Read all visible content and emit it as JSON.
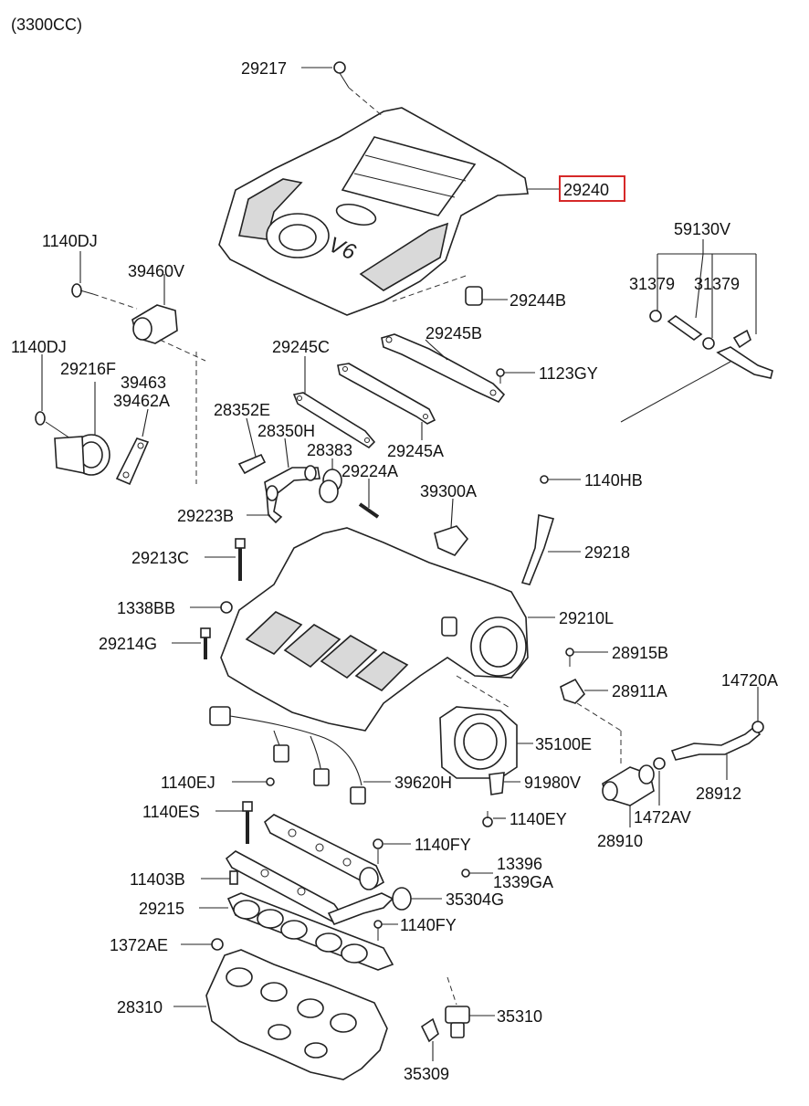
{
  "header": {
    "engine": "(3300CC)"
  },
  "highlight_color": "#d62828",
  "cover_badge": "V6",
  "labels": {
    "p29217": "29217",
    "p29240": "29240",
    "p1140DJ_a": "1140DJ",
    "p39460V": "39460V",
    "p59130V": "59130V",
    "p31379_a": "31379",
    "p31379_b": "31379",
    "p29244B": "29244B",
    "p1140DJ_b": "1140DJ",
    "p29216F": "29216F",
    "p39463": "39463",
    "p39462A": "39462A",
    "p29245C": "29245C",
    "p29245B": "29245B",
    "p1123GY": "1123GY",
    "p28352E": "28352E",
    "p28350H": "28350H",
    "p28383": "28383",
    "p29224A": "29224A",
    "p29245A": "29245A",
    "p1140HB": "1140HB",
    "p39300A": "39300A",
    "p29223B": "29223B",
    "p29213C": "29213C",
    "p29218": "29218",
    "p1338BB": "1338BB",
    "p29210L": "29210L",
    "p29214G": "29214G",
    "p28915B": "28915B",
    "p14720A": "14720A",
    "p28911A": "28911A",
    "p35100E": "35100E",
    "p1140EJ": "1140EJ",
    "p39620H": "39620H",
    "p91980V": "91980V",
    "p28912": "28912",
    "p1140ES": "1140ES",
    "p1472AV": "1472AV",
    "p1140EY": "1140EY",
    "p28910": "28910",
    "p1140FY_a": "1140FY",
    "p13396": "13396",
    "p1339GA": "1339GA",
    "p11403B": "11403B",
    "p35304G": "35304G",
    "p29215": "29215",
    "p1140FY_b": "1140FY",
    "p1372AE": "1372AE",
    "p28310": "28310",
    "p35310": "35310",
    "p35309": "35309"
  }
}
